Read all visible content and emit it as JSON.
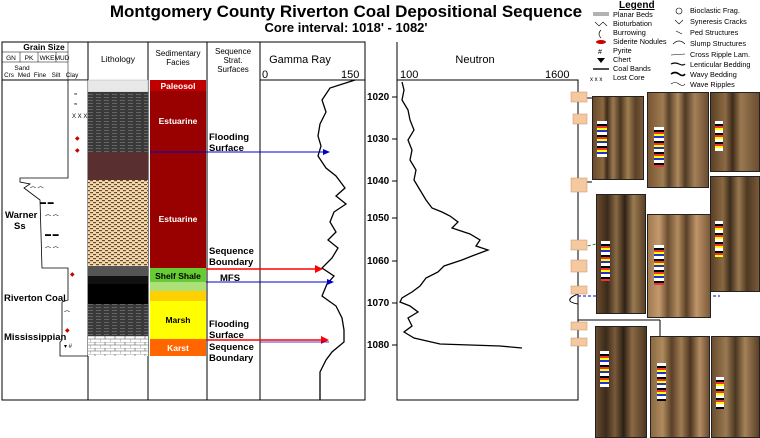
{
  "header": {
    "title": "Montgomery County Riverton Coal Depositional Sequence",
    "subtitle": "Core interval: 1018' - 1082'"
  },
  "columns": {
    "grain_size": "Grain Size",
    "grain_top": [
      "GN",
      "PK",
      "WKE",
      "MUD"
    ],
    "grain_sand": "Sand",
    "grain_bottom": [
      "Crs",
      "Med",
      "Fine",
      "Silt",
      "Clay"
    ],
    "lithology": "Lithology",
    "facies_line1": "Sedimentary",
    "facies_line2": "Facies",
    "seq_line1": "Sequence",
    "seq_line2": "Strat.",
    "seq_line3": "Surfaces"
  },
  "formations": [
    "Warner",
    "Ss",
    "Riverton Coal",
    "Mississippian"
  ],
  "facies": [
    {
      "label": "Paleosol",
      "color": "#c00000"
    },
    {
      "label": "Estuarine",
      "color": "#990000"
    },
    {
      "label": "Estuarine",
      "color": "#990000"
    },
    {
      "label": "Shelf Shale",
      "color": "#66cc33"
    },
    {
      "label": "Marsh",
      "color": "#ffff00"
    },
    {
      "label": "Karst",
      "color": "#ff6600"
    }
  ],
  "surfaces": {
    "flooding1": [
      "Flooding",
      "Surface"
    ],
    "seq1": [
      "Sequence",
      "Boundary"
    ],
    "mfs": "MFS",
    "flooding2": [
      "Flooding",
      "Surface"
    ],
    "seq2": [
      "Sequence",
      "Boundary"
    ]
  },
  "depth_ticks": [
    "1020",
    "1030",
    "1040",
    "1050",
    "1060",
    "1070",
    "1080"
  ],
  "gamma": {
    "title": "Gamma Ray",
    "min_label": "0",
    "max_label": "150"
  },
  "neutron": {
    "title": "Neutron",
    "min_label": "100",
    "max_label": "1600"
  },
  "legend": {
    "heading": "Legend",
    "items_left": [
      "Planar Beds",
      "Bioturbation",
      "Burrowing",
      "Siderite Nodules",
      "Pyrite",
      "Chert",
      "Coal Bands",
      "Lost Core"
    ],
    "items_right": [
      "Bioclastic Frag.",
      "Syneresis Cracks",
      "Ped Structures",
      "Slump Structures",
      "Cross Ripple Lam.",
      "Lenticular Bedding",
      "Wavy Bedding",
      "Wave Ripples"
    ]
  },
  "colors": {
    "arrow_red": "#ff0000",
    "arrow_blue": "#0000cc",
    "photo_tan": "#f5c9a0"
  }
}
